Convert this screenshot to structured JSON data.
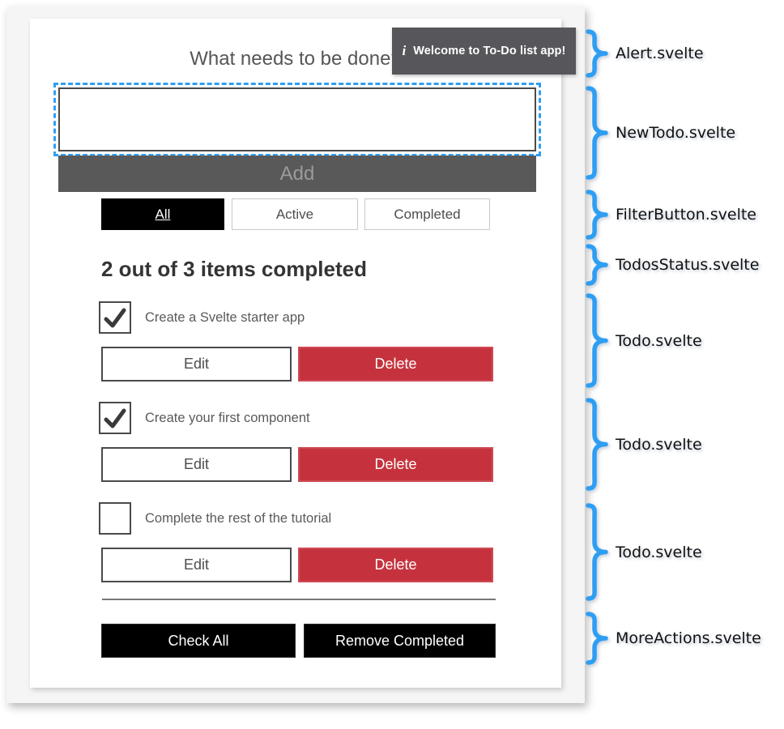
{
  "app": {
    "title": "What needs to be done?",
    "alert": {
      "icon": "info-italic-i",
      "icon_glyph": "i",
      "text": "Welcome to To-Do list app!"
    },
    "new_todo": {
      "input_value": "",
      "add_label": "Add"
    },
    "filters": [
      {
        "label": "All",
        "selected": true
      },
      {
        "label": "Active",
        "selected": false
      },
      {
        "label": "Completed",
        "selected": false
      }
    ],
    "status": "2 out of 3 items completed",
    "todos": [
      {
        "label": "Create a Svelte starter app",
        "checked": true,
        "edit_label": "Edit",
        "delete_label": "Delete"
      },
      {
        "label": "Create your first component",
        "checked": true,
        "edit_label": "Edit",
        "delete_label": "Delete"
      },
      {
        "label": "Complete the rest of the tutorial",
        "checked": false,
        "edit_label": "Edit",
        "delete_label": "Delete"
      }
    ],
    "more_actions": {
      "check_all_label": "Check All",
      "remove_completed_label": "Remove Completed"
    }
  },
  "annotations": {
    "labels": [
      "Alert.svelte",
      "NewTodo.svelte",
      "FilterButton.svelte",
      "TodosStatus.svelte",
      "Todo.svelte",
      "Todo.svelte",
      "Todo.svelte",
      "MoreActions.svelte"
    ]
  },
  "colors": {
    "accent_blue": "#2e9ef3",
    "danger_red": "#c5323d",
    "button_black": "#000000",
    "alert_gray": "#57575b",
    "disabled_gray": "#595959"
  }
}
